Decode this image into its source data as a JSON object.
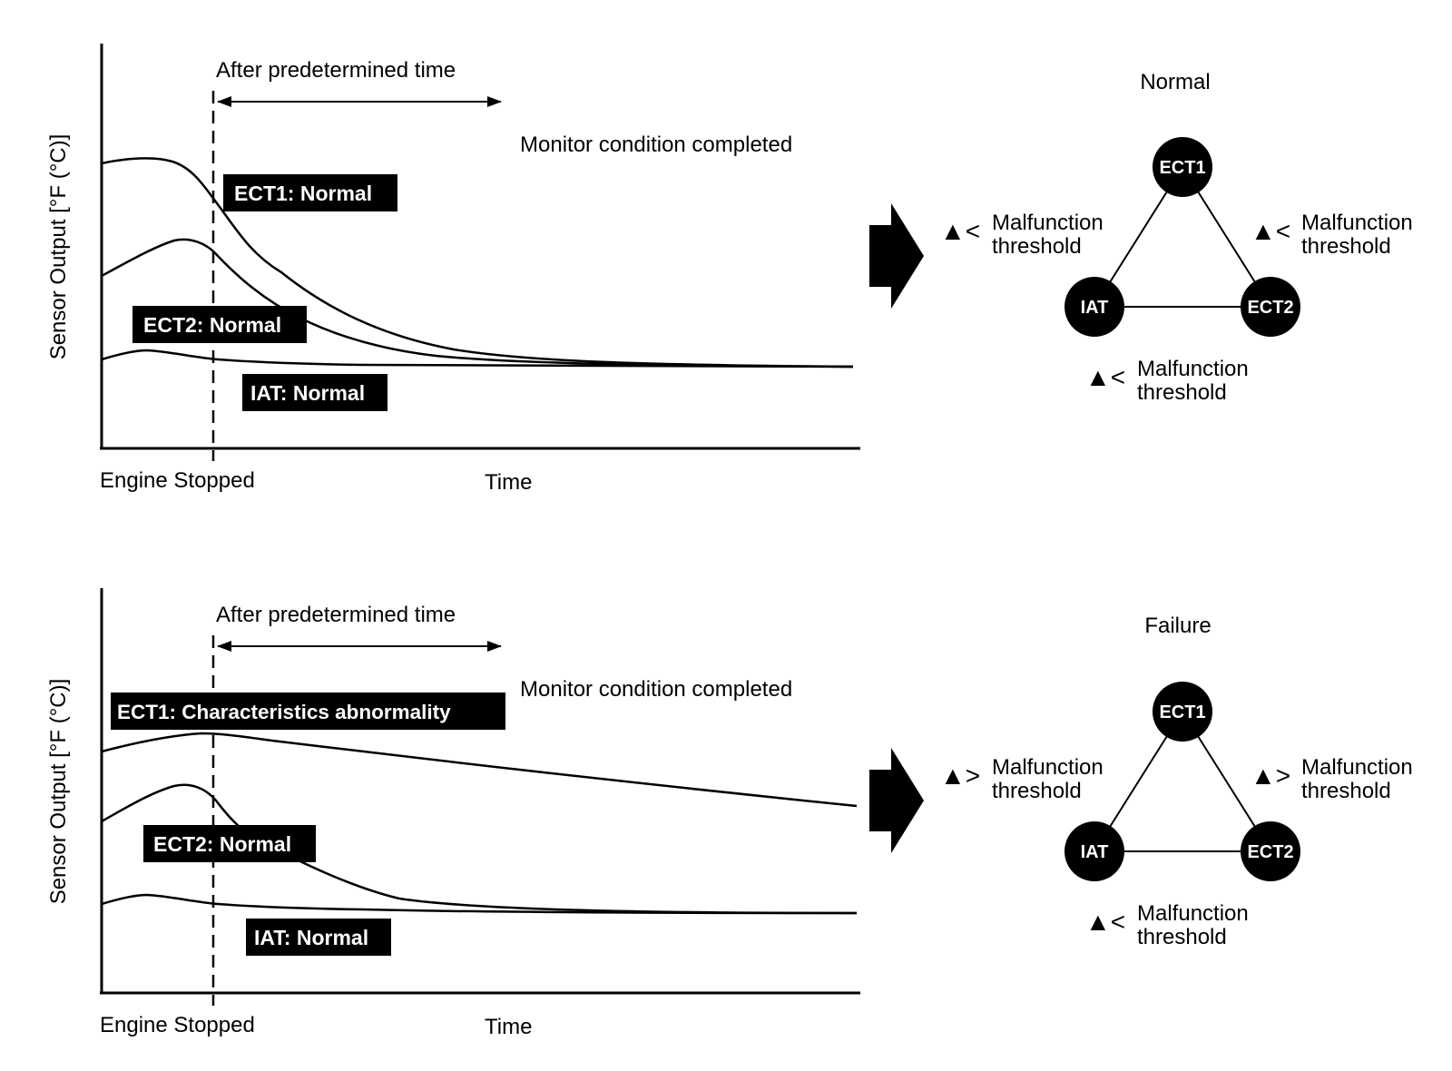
{
  "colors": {
    "ink": "#000000",
    "paper": "#ffffff"
  },
  "panels": [
    {
      "state_title": "Normal",
      "y_axis_label": "Sensor Output [°F (°C)]",
      "x_axis_label": "Time",
      "engine_stopped": "Engine Stopped",
      "predetermined_time": "After predetermined time",
      "monitor_completed": "Monitor condition completed",
      "curve_labels": {
        "ect1": "ECT1: Normal",
        "ect2": "ECT2: Normal",
        "iat": "IAT: Normal"
      },
      "nodes": {
        "ect1": "ECT1",
        "iat": "IAT",
        "ect2": "ECT2"
      },
      "threshold_symbol": "▲<",
      "threshold_line1": "Malfunction",
      "threshold_line2": "threshold"
    },
    {
      "state_title": "Failure",
      "y_axis_label": "Sensor Output [°F (°C)]",
      "x_axis_label": "Time",
      "engine_stopped": "Engine Stopped",
      "predetermined_time": "After predetermined time",
      "monitor_completed": "Monitor condition completed",
      "curve_labels": {
        "ect1": "ECT1: Characteristics abnormality",
        "ect2": "ECT2: Normal",
        "iat": "IAT: Normal"
      },
      "nodes": {
        "ect1": "ECT1",
        "iat": "IAT",
        "ect2": "ECT2"
      },
      "threshold_symbol": "▲>",
      "threshold_line1": "Malfunction",
      "threshold_line2": "threshold"
    }
  ]
}
